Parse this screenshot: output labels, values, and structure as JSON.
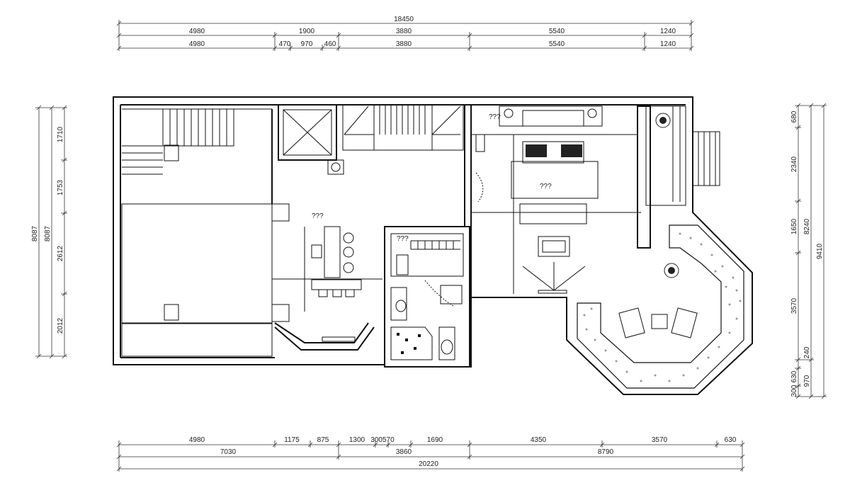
{
  "dimensions": {
    "top_total": "18450",
    "top_row1": [
      "4980",
      "1900",
      "3880",
      "5540",
      "1240"
    ],
    "top_row2": [
      "4980",
      "470",
      "970",
      "460",
      "3880",
      "5540",
      "1240"
    ],
    "bottom_row1": [
      "4980",
      "1175",
      "875",
      "1300",
      "300",
      "570",
      "1690",
      "4350",
      "3570",
      "630"
    ],
    "bottom_row2": [
      "7030",
      "3860",
      "8790"
    ],
    "bottom_total": "20220",
    "left_outer": [
      "8087",
      "8087"
    ],
    "left_inner": [
      "1710",
      "1753",
      "2612",
      "2012"
    ],
    "right_inner": [
      "680",
      "2340",
      "1650",
      "3570",
      "240",
      "630",
      "300"
    ],
    "right_middle": [
      "8240",
      "970"
    ],
    "right_outer": "9410"
  },
  "room_labels": {
    "dining": "???",
    "living": "???",
    "tag_1": "???",
    "tag_2": "???",
    "tag_3": "???"
  }
}
